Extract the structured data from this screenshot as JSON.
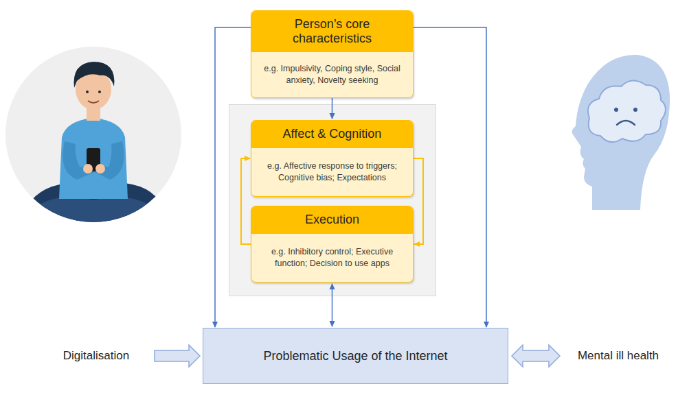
{
  "diagram": {
    "nodes": [
      {
        "text": [
          "Person’s core characteristics",
          "e.g. Impulsivity, Coping style, Social anxiety, Novelty seeking"
        ]
      },
      {
        "text": [
          "Affect & Cognition",
          "e.g. Affective response to triggers; Cognitive bias; Expectations"
        ]
      },
      {
        "text": [
          "Execution",
          "e.g. Inhibitory control; Executive function; Decision to use apps"
        ]
      },
      {
        "text": [
          "Digitalisation"
        ]
      },
      {
        "text": [
          "Problematic Usage of the Internet"
        ]
      },
      {
        "text": [
          "Mental ill health"
        ]
      }
    ],
    "edges": [
      {
        "from": 0,
        "to": 1,
        "arrow": "to"
      },
      {
        "from": 2,
        "to": 1,
        "arrow": "to"
      },
      {
        "from": 1,
        "to": 2,
        "arrow": "to"
      },
      {
        "from": 0,
        "to": 4,
        "arrow": "to"
      },
      {
        "from": 0,
        "to": 4,
        "arrow": "to"
      },
      {
        "from": 2,
        "to": 4,
        "arrow": "both"
      },
      {
        "from": 3,
        "to": 4,
        "arrow": "to"
      },
      {
        "from": 4,
        "to": 5,
        "arrow": "both"
      }
    ]
  }
}
